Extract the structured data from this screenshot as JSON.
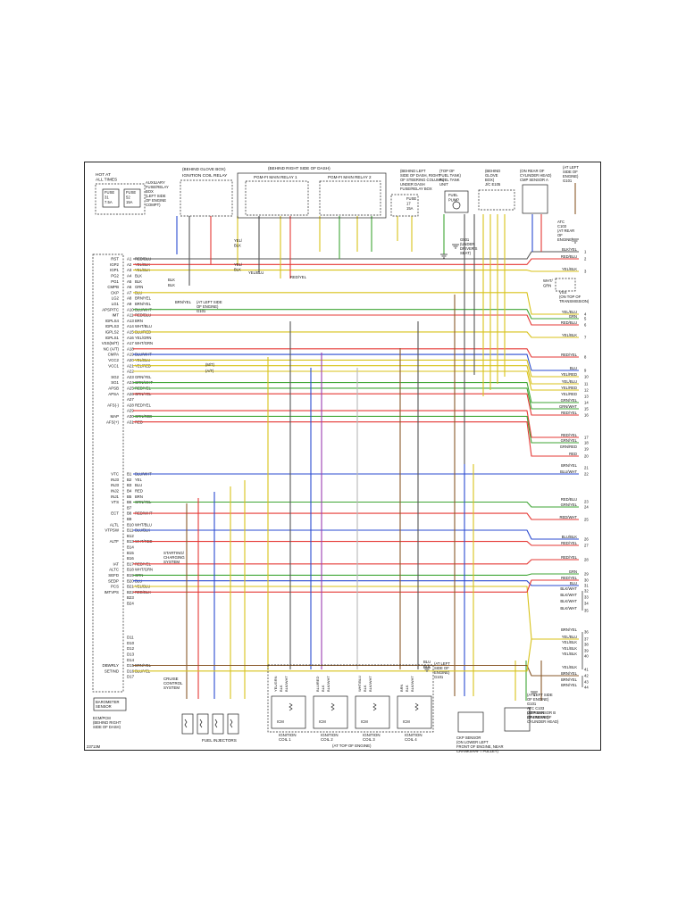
{
  "top": {
    "hot": [
      "HOT AT",
      "ALL TIMES"
    ],
    "fuse31": [
      "FUSE",
      "31",
      "7.5A"
    ],
    "fuse52": [
      "FUSE",
      "52",
      "15A"
    ],
    "aux_box": [
      "AUXILIARY",
      "FUSE/RELAY",
      "BOX",
      "(LEFT SIDE",
      "OF ENGINE",
      "COMPT)"
    ],
    "behind_glove": "(BEHIND GLOVE BOX)",
    "ign_relay": "IGNITION COIL RELAY",
    "behind_right": "(BEHIND RIGHT SIDE OF DASH)",
    "relay1": "PGM-FI MAIN RELAY 1",
    "relay2": "PGM-FI MAIN RELAY 2",
    "left_dash": [
      "(BEHIND LEFT",
      "SIDE OF DASH, RIGHT",
      "OF STEERING COLUMN)",
      "UNDER DASH",
      "FUSE/RELAY BOX"
    ],
    "fuse17": [
      "FUSE",
      "17",
      "15A"
    ],
    "fuel_tank": [
      "(TOP OF",
      "FUEL TANK)",
      "FUEL TANK",
      "UNIT"
    ],
    "fuel_pump": [
      "FUEL",
      "PUMP"
    ],
    "g501": [
      "G501",
      "(UNDER",
      "DRIVER'S",
      "SEAT)"
    ],
    "behind_glove2": [
      "(BEHIND",
      "GLOVE",
      "BOX)",
      "J/C E105"
    ],
    "cmp_a": [
      "(ON REAR OF",
      "CYLINDER HEAD)",
      "CMP SENSOR A"
    ],
    "left_engine": [
      "(AT LEFT",
      "SIDE OF",
      "ENGINE)",
      "G101"
    ],
    "atc_c103": [
      "ATC",
      "C103",
      "(AT REAR",
      "OF",
      "ENGINE)"
    ],
    "g101_note": [
      "(AT LEFT SIDE",
      "OF ENGINE)",
      "G101"
    ],
    "transmission": [
      "VSS",
      "(ON TOP OF",
      "TRANSMISSION)"
    ]
  },
  "pins_a": [
    {
      "pin": "A1",
      "label": "RST",
      "wire": "RED/BLU"
    },
    {
      "pin": "A2",
      "label": "IGP2",
      "wire": "YEL/BLK"
    },
    {
      "pin": "A3",
      "label": "IGP1",
      "wire": "YEL/BLK"
    },
    {
      "pin": "A4",
      "label": "PG2",
      "wire": "BLK"
    },
    {
      "pin": "A5",
      "label": "PG1",
      "wire": "BLK"
    },
    {
      "pin": "A6",
      "label": "CMPB",
      "wire": "GRN"
    },
    {
      "pin": "A7",
      "label": "CKP",
      "wire": "BLU"
    },
    {
      "pin": "A8",
      "label": "LG2",
      "wire": "BRN/YEL"
    },
    {
      "pin": "A9",
      "label": "LG1",
      "wire": "BRN/YEL"
    },
    {
      "pin": "A10",
      "label": "APSPITC",
      "wire": "BLU/WHT"
    },
    {
      "pin": "A11",
      "label": "IMT",
      "wire": "RED/BLU"
    },
    {
      "pin": "A13",
      "label": "IGPLS4",
      "wire": "BRN"
    },
    {
      "pin": "A14",
      "label": "IGPLS3",
      "wire": "WHT/BLU"
    },
    {
      "pin": "A15",
      "label": "IGPLS2",
      "wire": "BLU/RED"
    },
    {
      "pin": "A16",
      "label": "IGPLS1",
      "wire": "YEL/GRN"
    },
    {
      "pin": "A17",
      "label": "VSS(M/T)",
      "wire": "WHT/GRN"
    },
    {
      "pin": "A18",
      "label": "NC (A/T)",
      "wire": ""
    },
    {
      "pin": "A19",
      "label": "CMPA",
      "wire": "BLU/WHT"
    },
    {
      "pin": "A20",
      "label": "VCC2",
      "wire": "YEL/BLU"
    },
    {
      "pin": "A21",
      "label": "VCC1",
      "wire": "YEL/RED"
    },
    {
      "pin": "A22",
      "label": "",
      "wire": ""
    },
    {
      "pin": "A23",
      "label": "SG2",
      "wire": "GRN/YEL"
    },
    {
      "pin": "A24",
      "label": "SG1",
      "wire": "GRN/WHT"
    },
    {
      "pin": "A25",
      "label": "APSB",
      "wire": "RED/YEL"
    },
    {
      "pin": "A26",
      "label": "APSA",
      "wire": "GRN/YEL"
    },
    {
      "pin": "A27",
      "label": "",
      "wire": ""
    },
    {
      "pin": "A28",
      "label": "AFS(-)",
      "wire": "RED/YEL"
    },
    {
      "pin": "A29",
      "label": "",
      "wire": ""
    },
    {
      "pin": "A30",
      "label": "MAP",
      "wire": "GRN/RED"
    },
    {
      "pin": "A31",
      "label": "AFS(+)",
      "wire": "RED"
    }
  ],
  "pins_b": [
    {
      "pin": "B1",
      "label": "VTC",
      "wire": "BLU/WHT"
    },
    {
      "pin": "B2",
      "label": "INJ3",
      "wire": "YEL"
    },
    {
      "pin": "B3",
      "label": "INJ3",
      "wire": "BLU"
    },
    {
      "pin": "B4",
      "label": "INJ2",
      "wire": "RED"
    },
    {
      "pin": "B5",
      "label": "INJ1",
      "wire": "BRN"
    },
    {
      "pin": "B6",
      "label": "VTS",
      "wire": "GRN/YEL"
    },
    {
      "pin": "B7",
      "label": "",
      "wire": ""
    },
    {
      "pin": "B8",
      "label": "ECT",
      "wire": "RED/WHT"
    },
    {
      "pin": "B9",
      "label": "",
      "wire": ""
    },
    {
      "pin": "B10",
      "label": "ALTL",
      "wire": "WHT/BLU"
    },
    {
      "pin": "B11",
      "label": "VTPSW",
      "wire": "BLU/BLK"
    },
    {
      "pin": "B12",
      "label": "",
      "wire": ""
    },
    {
      "pin": "B13",
      "label": "ALTF",
      "wire": "WHT/RED"
    },
    {
      "pin": "B14",
      "label": "",
      "wire": ""
    },
    {
      "pin": "B15",
      "label": "",
      "wire": ""
    },
    {
      "pin": "B16",
      "label": "",
      "wire": ""
    },
    {
      "pin": "B17",
      "label": "IAT",
      "wire": "RED/YEL"
    },
    {
      "pin": "B18",
      "label": "ALTC",
      "wire": "WHT/GRN"
    },
    {
      "pin": "B19",
      "label": "SEFD",
      "wire": "GRN"
    },
    {
      "pin": "B20",
      "label": "SEDP",
      "wire": "BLU"
    },
    {
      "pin": "B21",
      "label": "PCS",
      "wire": "YEL/BLU"
    },
    {
      "pin": "B22",
      "label": "IMTVPS",
      "wire": "RED/BLK"
    },
    {
      "pin": "B23",
      "label": "",
      "wire": ""
    },
    {
      "pin": "B24",
      "label": "",
      "wire": ""
    }
  ],
  "pins_d": [
    {
      "pin": "D11",
      "label": "",
      "wire": ""
    },
    {
      "pin": "D10",
      "label": "",
      "wire": ""
    },
    {
      "pin": "D12",
      "label": "",
      "wire": ""
    },
    {
      "pin": "D13",
      "label": "",
      "wire": ""
    },
    {
      "pin": "D14",
      "label": "",
      "wire": ""
    },
    {
      "pin": "D15",
      "label": "DBWRLY",
      "wire": "BRN/YEL"
    },
    {
      "pin": "D16",
      "label": "SETIND",
      "wire": "BLU/YEL"
    },
    {
      "pin": "D17",
      "label": "",
      "wire": ""
    }
  ],
  "right_wires": [
    {
      "wire": "BLK/YEL",
      "num": "1"
    },
    {
      "wire": "RED/BLU",
      "num": "2"
    },
    {
      "wire": "YEL/BLK",
      "num": "3"
    },
    {
      "wire": "YEL/BLU",
      "num": "4"
    },
    {
      "wire": "GRN",
      "num": "5"
    },
    {
      "wire": "RED/BLU",
      "num": "6"
    },
    {
      "wire": "YEL/BLK",
      "num": "7"
    },
    {
      "wire": "RED/YEL",
      "num": "8"
    },
    {
      "wire": "BLU",
      "num": "9"
    },
    {
      "wire": "YEL/RED",
      "num": "10"
    },
    {
      "wire": "YEL/BLU",
      "num": "11"
    },
    {
      "wire": "YEL/RED",
      "num": "12"
    },
    {
      "wire": "YEL/RED",
      "num": "13"
    },
    {
      "wire": "GRN/YEL",
      "num": "14"
    },
    {
      "wire": "GRN/WHT",
      "num": "15"
    },
    {
      "wire": "RED/YEL",
      "num": "16"
    },
    {
      "wire": "RED/YEL",
      "num": "17"
    },
    {
      "wire": "GRN/YEL",
      "num": "18"
    },
    {
      "wire": "GRN/RED",
      "num": "19"
    },
    {
      "wire": "RED",
      "num": "20"
    },
    {
      "wire": "BRN/YEL",
      "num": "21"
    },
    {
      "wire": "BLU/WHT",
      "num": "22"
    },
    {
      "wire": "RED/BLU",
      "num": "23"
    },
    {
      "wire": "GRN/YEL",
      "num": "24"
    },
    {
      "wire": "RED/WHT",
      "num": "25"
    },
    {
      "wire": "BLU/BLK",
      "num": "26"
    },
    {
      "wire": "RED/YEL",
      "num": "27"
    },
    {
      "wire": "RED/YEL",
      "num": "28"
    },
    {
      "wire": "GRN",
      "num": "29"
    },
    {
      "wire": "RED/YEL",
      "num": "30"
    },
    {
      "wire": "BLU",
      "num": "31"
    },
    {
      "wire": "BLK/WHT",
      "num": "32"
    },
    {
      "wire": "BLK/WHT",
      "num": "33"
    },
    {
      "wire": "BLK/WHT",
      "num": "34"
    },
    {
      "wire": "BLK/WHT",
      "num": "35"
    },
    {
      "wire": "BRN/YEL",
      "num": "36"
    },
    {
      "wire": "YEL/BLU",
      "num": "37"
    },
    {
      "wire": "YEL/BLK",
      "num": "38"
    },
    {
      "wire": "YEL/BLK",
      "num": "39"
    },
    {
      "wire": "YEL/BLK",
      "num": "40"
    },
    {
      "wire": "YEL/BLK",
      "num": "41"
    },
    {
      "wire": "BRN/YEL",
      "num": "42"
    },
    {
      "wire": "BRN/YEL",
      "num": "43"
    },
    {
      "wire": "BRN/YEL",
      "num": "44"
    }
  ],
  "components": {
    "starting": [
      "STARTING/",
      "CHARGING",
      "SYSTEM"
    ],
    "cruise": [
      "CRUISE",
      "CONTROL",
      "SYSTEM"
    ],
    "baro": [
      "BAROMETER",
      "SENSOR"
    ],
    "ecm": [
      "ECM/PCM",
      "(BEHIND RIGHT",
      "SIDE OF DASH)"
    ],
    "injectors": "FUEL INJECTORS",
    "coils": [
      {
        "name": [
          "IGNITION",
          "COIL 1"
        ],
        "wires": [
          "YEL/GRN",
          "BLK",
          "BLK/WHT"
        ]
      },
      {
        "name": [
          "IGNITION",
          "COIL 2"
        ],
        "wires": [
          "BLU/RED",
          "BLK",
          "BLK/WHT"
        ]
      },
      {
        "name": [
          "IGNITION",
          "COIL 3"
        ],
        "wires": [
          "WHT/BLU",
          "BLK",
          "BLK/WHT"
        ]
      },
      {
        "name": [
          "IGNITION",
          "COIL 4"
        ],
        "wires": [
          "BRN",
          "BLK",
          "BLK/WHT"
        ]
      }
    ],
    "icm": "ICM",
    "top_engine": "(AT TOP OF ENGINE)",
    "ckp": [
      "CKP SENSOR",
      "(ON LOWER LEFT",
      "FRONT OF ENGINE, NEAR",
      "CRANKSHAFT PULLEY)"
    ],
    "cmp_b": [
      "CMP SENSOR B",
      "(ON REAR OF",
      "CYLINDER HEAD)"
    ],
    "g101_left": [
      "(AT LEFT",
      "SIDE OF",
      "ENGINE)",
      "G101"
    ],
    "c103": [
      "(AT LEFT SIDE",
      "OF ENGINE)",
      "G101",
      "ATC C103",
      "(AT REAR",
      "OF ENGINE)"
    ],
    "figure_id": "23713M",
    "g101_local": [
      "(AT LEFT SIDE",
      "OF ENGINE)",
      "G101"
    ]
  },
  "misc_labels": {
    "blu_blk": [
      "BLU",
      "BLK"
    ],
    "wht_grn": [
      "WHT/",
      "GRN"
    ],
    "red_yel": "RED/YEL",
    "yel_blk_1": [
      "YEL/",
      "BLK"
    ],
    "yel_blk_2": [
      "YEL/",
      "BLK"
    ],
    "yel_blu": "YEL/BLU",
    "mt": "(M/T)",
    "at": "(A/T)",
    "blk": "BLK",
    "brn_yel": "BRN/YEL"
  }
}
